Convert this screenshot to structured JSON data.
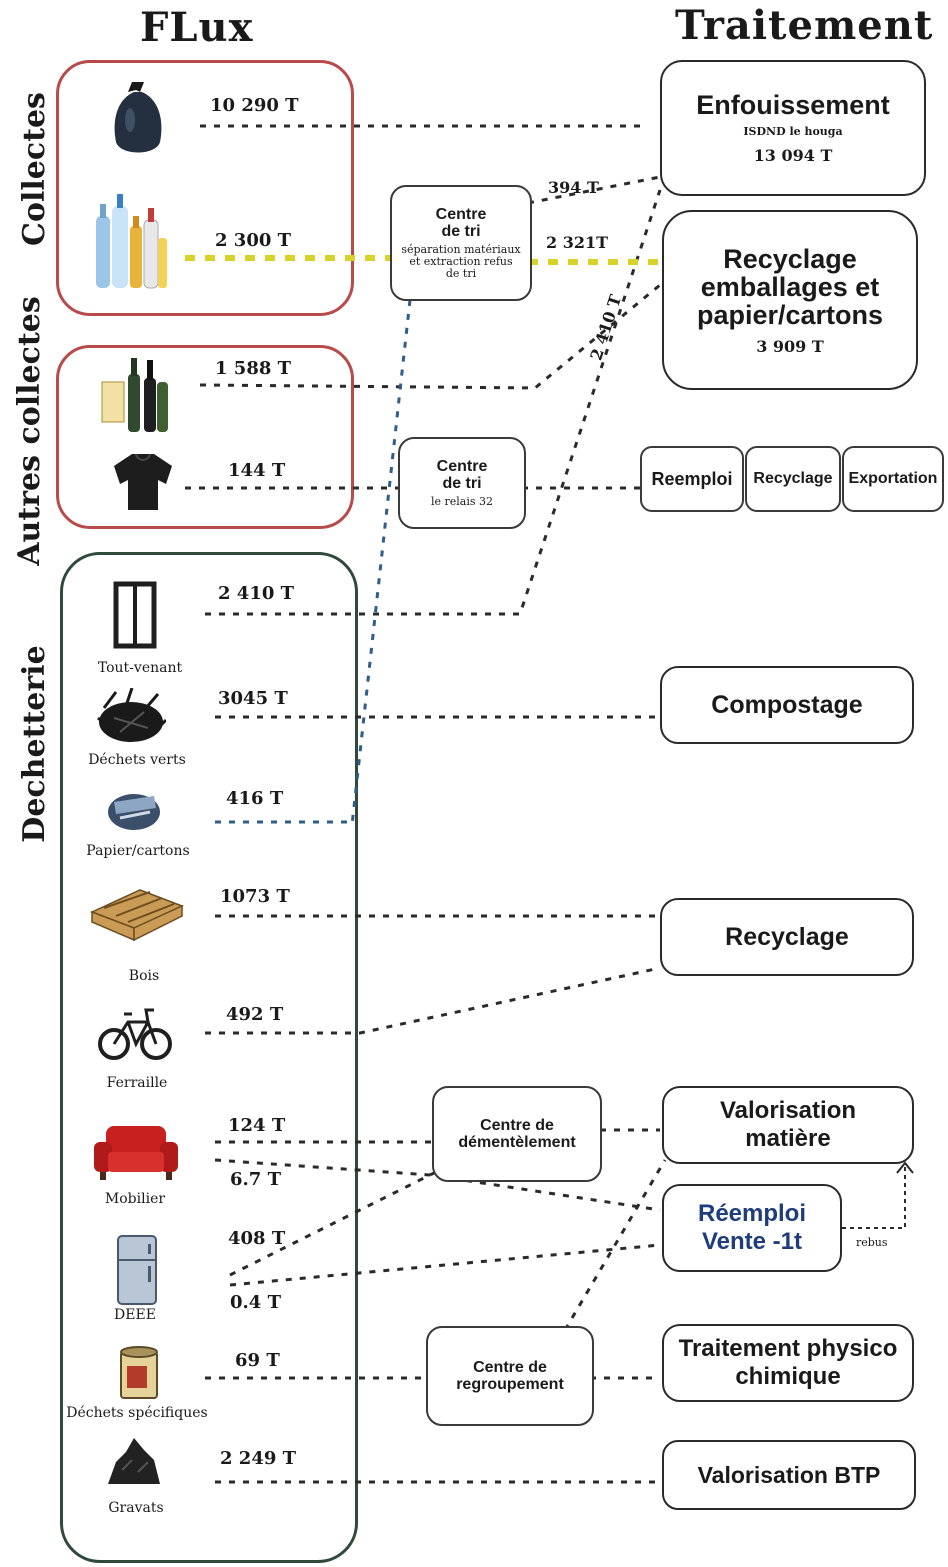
{
  "headers": {
    "flux": "FLux",
    "traitement": "Traitement"
  },
  "groups": {
    "collectes": "Collectes",
    "autres": "Autres collectes",
    "dechetterie": "Dechetterie"
  },
  "flux": {
    "om": "10 290 T",
    "emballages": "2 300 T",
    "verre": "1 588 T",
    "textile": "144 T",
    "tout_venant": "2 410 T",
    "dechets_verts": "3045 T",
    "papier": "416 T",
    "bois": "1073 T",
    "ferraille": "492 T",
    "mobilier_a": "124 T",
    "mobilier_b": "6.7 T",
    "deee_a": "408 T",
    "deee_b": "0.4 T",
    "specifiques": "69 T",
    "gravats": "2 249 T"
  },
  "items": {
    "tout_venant": "Tout-venant",
    "dechets_verts": "Déchets verts",
    "papier": "Papier/cartons",
    "bois": "Bois",
    "ferraille": "Ferraille",
    "mobilier": "Mobilier",
    "deee": "DEEE",
    "specifiques": "Déchets spécifiques",
    "gravats": "Gravats"
  },
  "centres": {
    "tri_title": "Centre de tri",
    "tri_sub": "séparation matériaux et extraction refus de tri",
    "relais_title": "Centre de tri",
    "relais_sub": "le relais 32",
    "demantelement": "Centre de démentèlement",
    "regroupement": "Centre de regroupement"
  },
  "flow_labels": {
    "refus": "394 T",
    "recycl": "2 321T",
    "tv": "2 410 T",
    "rebus": "rebus"
  },
  "treatments": {
    "enfouissement": "Enfouissement",
    "isdnd": "ISDND le houga",
    "enfouissement_t": "13 094 T",
    "recyclage_emb": "Recyclage emballages et papier/cartons",
    "recyclage_emb_t": "3 909 T",
    "reemploi": "Reemploi",
    "recyclage_small": "Recyclage",
    "exportation": "Exportation",
    "compostage": "Compostage",
    "recyclage": "Recyclage",
    "valorisation_matiere": "Valorisation matière",
    "reemploi_vente": "Réemploi Vente -1t",
    "physico": "Traitement physico chimique",
    "btp": "Valorisation BTP"
  },
  "colors": {
    "red_group": "#b84a4a",
    "green_group": "#2f4a3a",
    "yellow_flow": "#d8d22a",
    "blue_flow": "#2e5d8a"
  }
}
